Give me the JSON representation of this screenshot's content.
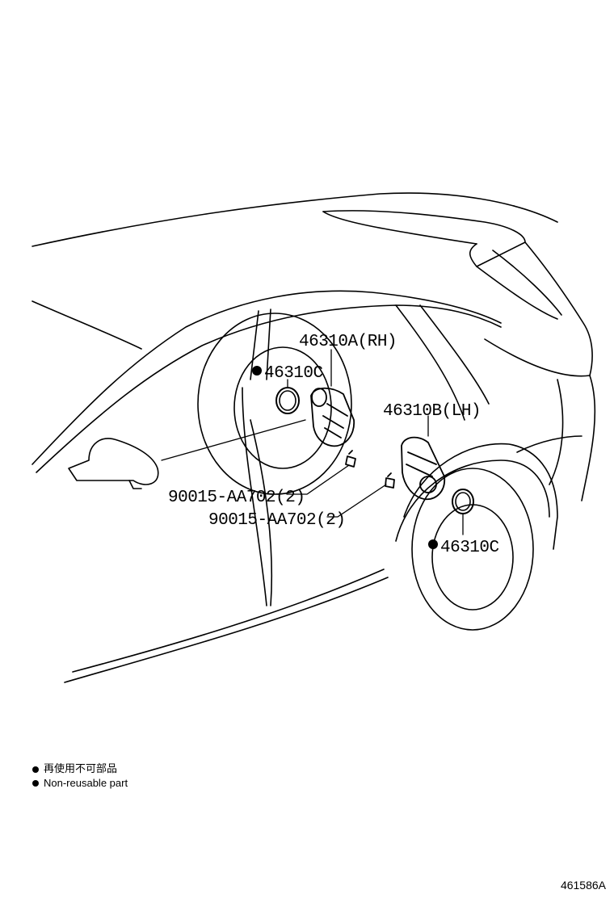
{
  "callouts": {
    "a_rh": "46310A(RH)",
    "c_upper": "46310C",
    "b_lh": "46310B(LH)",
    "bolt_upper": "90015-AA702(2)",
    "bolt_lower": "90015-AA702(2)",
    "c_lower": "46310C"
  },
  "legend": {
    "japanese": "再使用不可部品",
    "english": "Non-reusable part"
  },
  "drawing_number": "461586A",
  "icons": {
    "non_reusable_marker": "filled-circle-icon"
  }
}
